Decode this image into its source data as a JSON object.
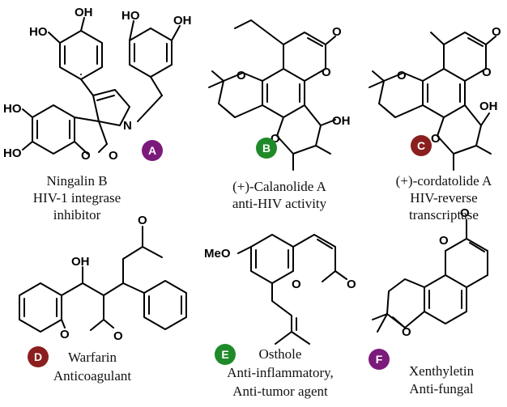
{
  "compounds": [
    {
      "badge": "A",
      "badge_color": "#7b1a7b",
      "lines": [
        "Ningalin B",
        "HIV-1 integrase",
        "inhibitor"
      ]
    },
    {
      "badge": "B",
      "badge_color": "#1f8a2a",
      "lines": [
        "(+)-Calanolide A",
        "anti-HIV activity"
      ]
    },
    {
      "badge": "C",
      "badge_color": "#8b1e1e",
      "lines": [
        "(+)-cordatolide A",
        "HIV-reverse",
        "transcriptase"
      ]
    },
    {
      "badge": "D",
      "badge_color": "#8b1e1e",
      "lines": [
        "Warfarin",
        "Anticoagulant"
      ]
    },
    {
      "badge": "E",
      "badge_color": "#1f8a2a",
      "lines": [
        "Osthole",
        "Anti-inflammatory,",
        "Anti-tumor agent"
      ]
    },
    {
      "badge": "F",
      "badge_color": "#7b1a7b",
      "lines": [
        "Xenthyletin",
        "Anti-fungal"
      ]
    }
  ],
  "atoms": {
    "oh": "OH",
    "ho": "HO",
    "o": "O",
    "n": "N",
    "meo": "MeO"
  }
}
